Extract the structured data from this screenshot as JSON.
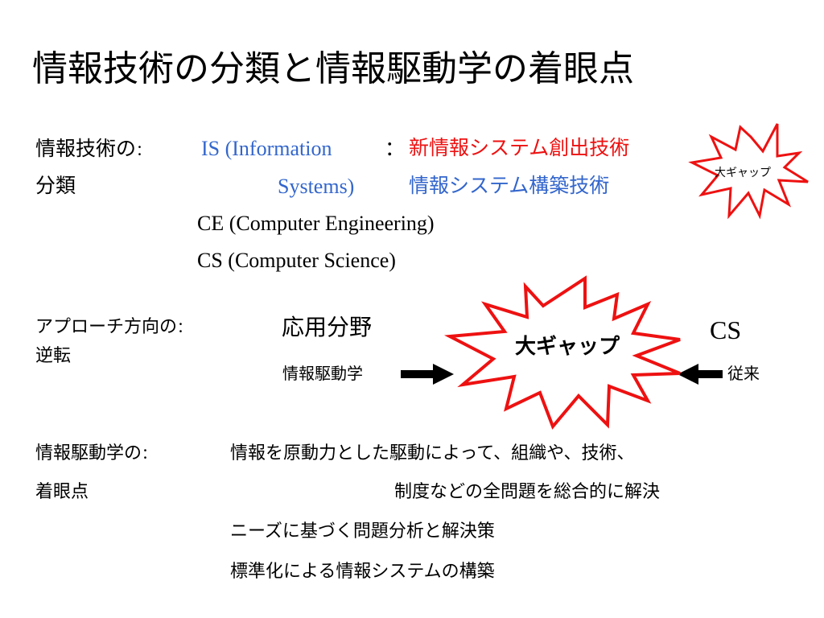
{
  "title": "情報技術の分類と情報駆動学の着眼点",
  "classification": {
    "label_line1": "情報技術の",
    "colon": "：",
    "label_line2": "分類",
    "is_line1": "IS (Information",
    "is_line2": "Systems)",
    "is_colon": "：",
    "new_tech": "新情報システム創出技術",
    "build_tech": "情報システム構築技術",
    "ce": "CE (Computer Engineering)",
    "cs": "CS (Computer Science)",
    "gap_badge": "大ギャップ"
  },
  "approach": {
    "label_line1": "アプローチ方向の",
    "colon": "：",
    "label_line2": "逆転",
    "applied_field": "応用分野",
    "cs": "CS",
    "gap_badge": "大ギャップ",
    "left_caption": "情報駆動学",
    "right_caption": "従来"
  },
  "focus": {
    "label_line1": "情報駆動学の",
    "colon": "：",
    "label_line2": "着眼点",
    "item1_line1": "情報を原動力とした駆動によって、組織や、技術、",
    "item1_line2": "制度などの全問題を総合的に解決",
    "item2": "ニーズに基づく問題分析と解決策",
    "item3": "標準化による情報システムの構築"
  },
  "colors": {
    "blue": "#3366cc",
    "red": "#ee1111",
    "burst_stroke": "#ee1111"
  }
}
